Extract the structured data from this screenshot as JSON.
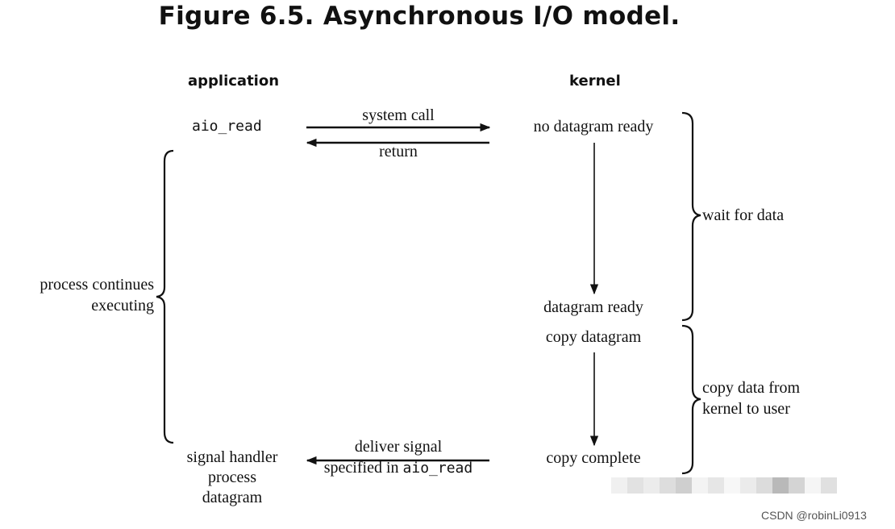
{
  "title": "Figure 6.5. Asynchronous I/O model.",
  "columns": {
    "application": "application",
    "kernel": "kernel"
  },
  "application": {
    "call": "aio_read",
    "side_label_line1": "process continues",
    "side_label_line2": "executing",
    "handler_line1": "signal handler",
    "handler_line2": "process",
    "handler_line3": "datagram"
  },
  "arrows": {
    "system_call": "system call",
    "return": "return",
    "deliver_line1": "deliver signal",
    "deliver_line2_prefix": "specified in ",
    "deliver_line2_code": "aio_read"
  },
  "kernel": {
    "no_datagram": "no datagram ready",
    "datagram_ready": "datagram ready",
    "copy_datagram": "copy datagram",
    "copy_complete": "copy complete"
  },
  "phases": {
    "wait": "wait for data",
    "copy_line1": "copy data from",
    "copy_line2": "kernel to user"
  },
  "watermark": "CSDN @robinLi0913"
}
